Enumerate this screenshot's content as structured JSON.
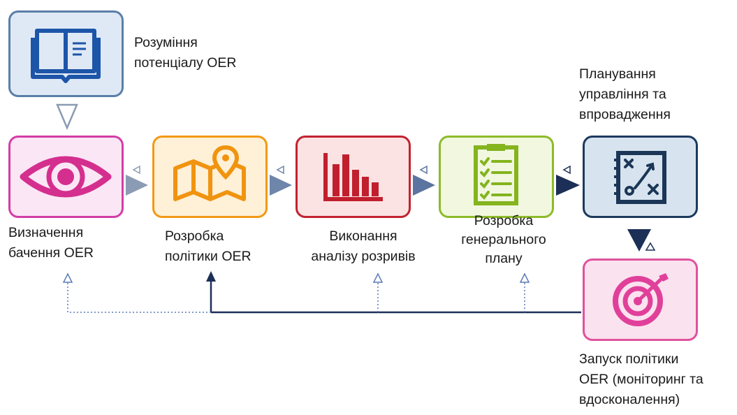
{
  "steps": [
    {
      "id": "understand",
      "label": [
        "Розуміння",
        "потенціалу OER"
      ],
      "icon": "open-book-icon",
      "border": "#5a7fa8",
      "fill": "#dfe9f6",
      "icon_color": "#1d55a8"
    },
    {
      "id": "vision",
      "label": [
        "Визначення",
        "бачення  OER"
      ],
      "icon": "eye-icon",
      "border": "#d43da6",
      "fill": "#fbe6f5",
      "icon_color": "#d42f8e"
    },
    {
      "id": "policy",
      "label": [
        "Розробка",
        "політики OER"
      ],
      "icon": "map-pin-icon",
      "border": "#f29a16",
      "fill": "#fff0d8",
      "icon_color": "#f0940f"
    },
    {
      "id": "gap",
      "label": [
        "Виконання",
        "аналізу розривів"
      ],
      "icon": "bar-chart-icon",
      "border": "#c3222f",
      "fill": "#fbe3e3",
      "icon_color": "#c11f2d"
    },
    {
      "id": "master_plan",
      "label": [
        "Розробка",
        "генерального",
        "плану"
      ],
      "icon": "checklist-icon",
      "border": "#8dbb2a",
      "fill": "#f1f8df",
      "icon_color": "#84b41e"
    },
    {
      "id": "planning",
      "label": [
        "Планування",
        "управління та",
        "впровадження"
      ],
      "icon": "strategy-board-icon",
      "border": "#1c3a5e",
      "fill": "#d7e4ef",
      "icon_color": "#1b3656"
    },
    {
      "id": "launch",
      "label": [
        "Запуск політики",
        "OER (моніторинг та",
        "вдосконалення)"
      ],
      "icon": "target-icon",
      "border": "#e0529e",
      "fill": "#fbe2ef",
      "icon_color": "#e0409a"
    }
  ],
  "colors": {
    "arrow_light": "#8b9bb3",
    "arrow_mid": "#6f86ab",
    "arrow_dark": "#1c2f57",
    "feedback": "#1c2f57",
    "feedback_dotted": "#5b7ab5"
  }
}
